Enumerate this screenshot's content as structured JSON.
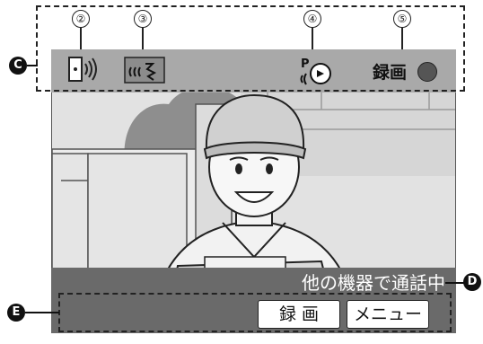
{
  "markers": {
    "m2": "②",
    "m3": "③",
    "m4": "④",
    "m5": "⑤",
    "c": "C",
    "d": "D",
    "e": "E"
  },
  "status": {
    "record_label": "録画"
  },
  "message": "他の機器で通話中",
  "buttons": {
    "record": "録 画",
    "menu": "メニュー"
  },
  "icons": {
    "door_camera": "door-camera-icon",
    "sound": "talk-sound-icon",
    "speaker_off": "privacy-speaker-icon",
    "recording": "recording-dot-icon"
  }
}
